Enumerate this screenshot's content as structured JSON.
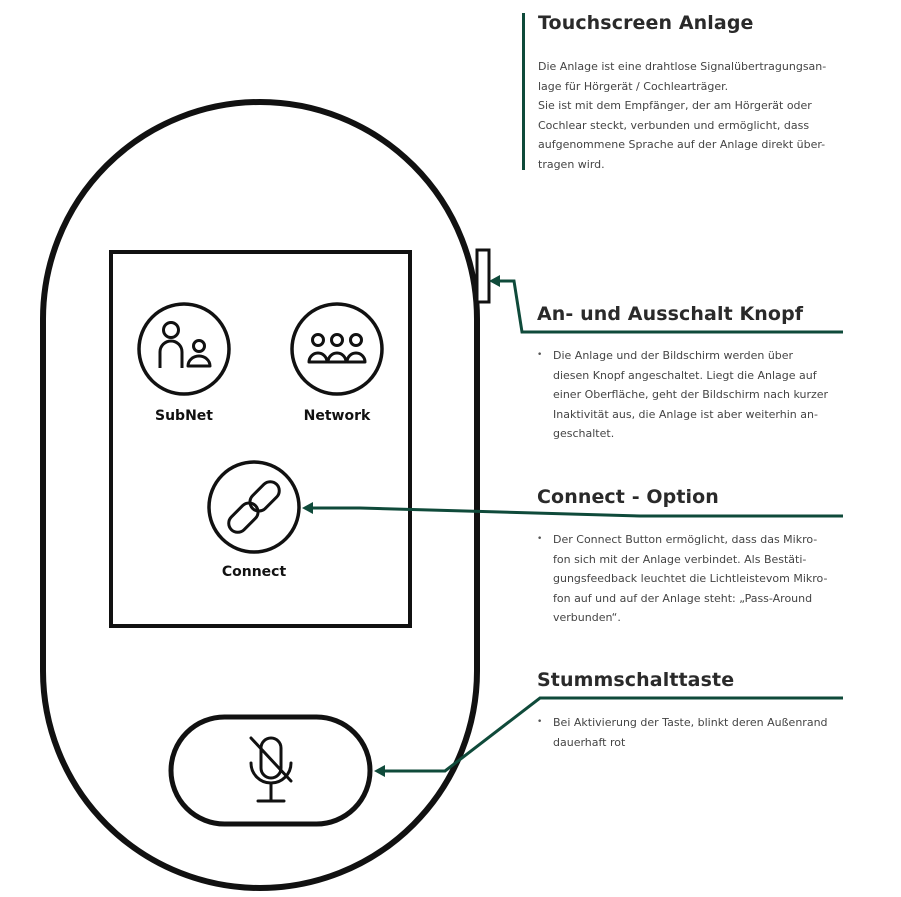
{
  "colors": {
    "accent": "#0f4a3a",
    "outline": "#111111"
  },
  "intro": {
    "title": "Touchscreen Anlage",
    "lines": [
      "Die Anlage ist eine drahtlose Signalübertragungsan-",
      "lage für Hörgerät / Cochlearträger.",
      "Sie ist mit dem Empfänger, der am Hörgerät oder",
      "Cochlear steckt, verbunden und ermöglicht, dass",
      "aufgenommene Sprache auf der Anlage direkt über-",
      "tragen wird."
    ]
  },
  "power": {
    "title": "An- und Ausschalt Knopf",
    "lines": [
      "Die Anlage und der Bildschirm werden über",
      "diesen Knopf angeschaltet. Liegt die Anlage auf",
      "einer Oberfläche, geht der Bildschirm nach kurzer",
      "Inaktivität aus, die Anlage ist aber weiterhin an-",
      "geschaltet."
    ]
  },
  "connect": {
    "title": "Connect - Option",
    "lines": [
      "Der Connect Button ermöglicht, dass das Mikro-",
      "fon sich mit der Anlage verbindet. Als Bestäti-",
      "gungsfeedback leuchtet die Lichtleistevom Mikro-",
      "fon auf und auf der Anlage steht: „Pass-Around",
      "verbunden“."
    ]
  },
  "mute": {
    "title": "Stummschalttaste",
    "lines": [
      "Bei Aktivierung der Taste, blinkt deren Außenrand",
      "dauerhaft rot"
    ]
  },
  "screen": {
    "subnet_label": "SubNet",
    "network_label": "Network",
    "connect_label": "Connect",
    "icons": [
      "subnet-people-icon",
      "network-people-icon",
      "link-chain-icon",
      "microphone-muted-icon"
    ]
  }
}
